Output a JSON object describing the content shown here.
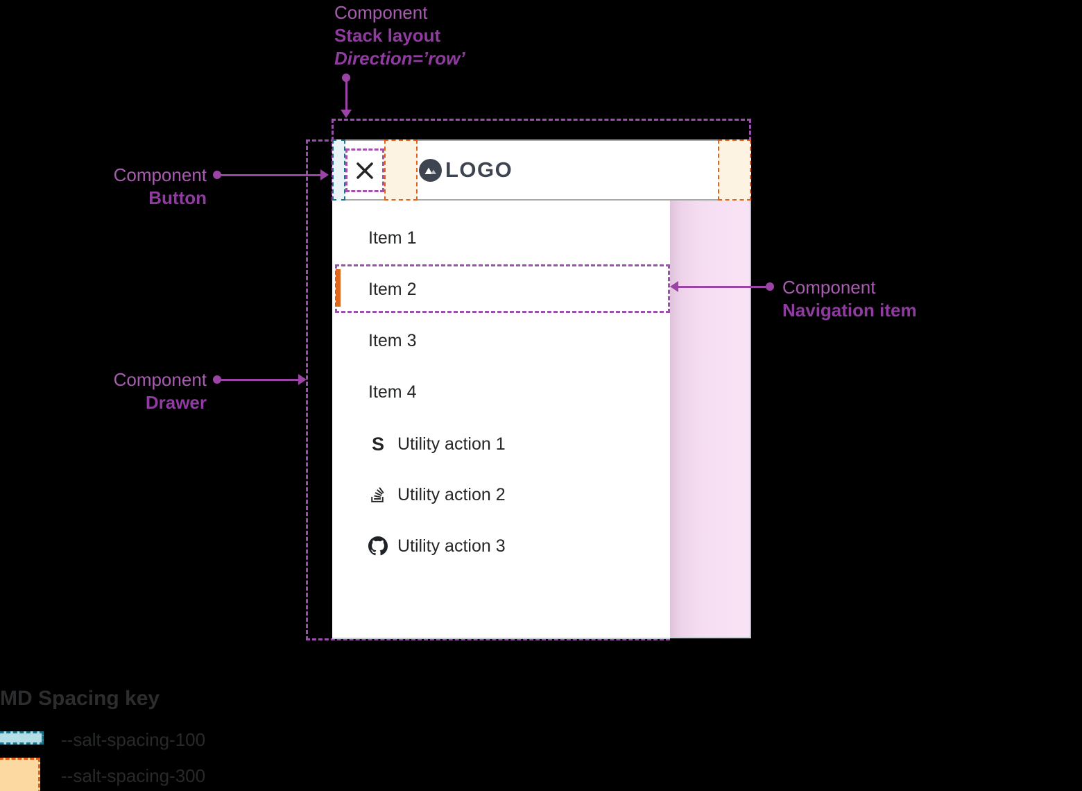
{
  "annotations": {
    "stack_layout": {
      "line1": "Component",
      "line2": "Stack layout",
      "line3": "Direction=’row’"
    },
    "button": {
      "line1": "Component",
      "line2": "Button"
    },
    "drawer": {
      "line1": "Component",
      "line2": "Drawer"
    },
    "navigation_item": {
      "line1": "Component",
      "line2": "Navigation item"
    },
    "accent_color": "#9c44a5"
  },
  "header": {
    "logo_text": "LOGO",
    "close_icon": "close-icon"
  },
  "drawer": {
    "items": [
      {
        "label": "Item 1"
      },
      {
        "label": "Item 2",
        "state": "active"
      },
      {
        "label": "Item 3"
      },
      {
        "label": "Item 4"
      }
    ],
    "utilities": [
      {
        "label": "Utility action 1",
        "icon": "s-logo-icon"
      },
      {
        "label": "Utility action 2",
        "icon": "stack-overflow-icon"
      },
      {
        "label": "Utility action 3",
        "icon": "github-icon"
      }
    ],
    "active_indicator_color": "#e0671e"
  },
  "legend": {
    "title": "MD Spacing key",
    "entries": [
      {
        "token": "--salt-spacing-100",
        "fill": "#b5dfe6",
        "border": "#1d7389"
      },
      {
        "token": "--salt-spacing-300",
        "fill": "#fbd9a0",
        "border": "#e2611b"
      }
    ]
  },
  "colors": {
    "spacing_100_strip": "#eaf4f6",
    "spacing_300_strip": "#fdf3e2",
    "dashed_outline": "#9c4fae",
    "pink_backdrop": "#f7e1f4",
    "logo": "#3f4550"
  }
}
